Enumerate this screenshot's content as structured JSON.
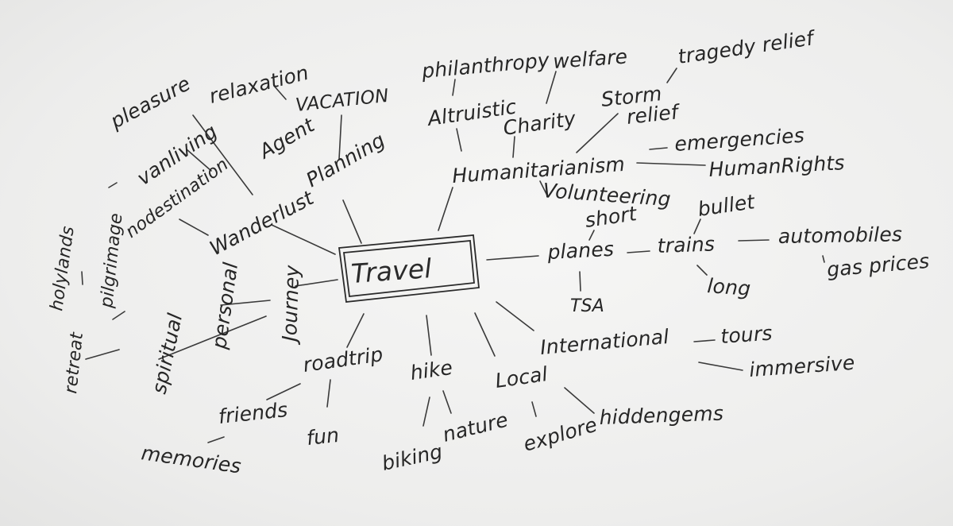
{
  "diagram": {
    "type": "mind-map",
    "center": "Travel",
    "words": {
      "travel": "Travel",
      "wanderlust": "Wanderlust",
      "planning": "Planning",
      "agent": "Agent",
      "vacation": "VACATION",
      "relaxation": "relaxation",
      "pleasure": "pleasure",
      "vanliving": "vanliving",
      "nodestination": "nodestination",
      "journey": "Journey",
      "personal": "personal",
      "spiritual": "spiritual",
      "pilgrimage": "pilgrimage",
      "holylands": "holylands",
      "retreat": "retreat",
      "humanitarianism": "Humanitarianism",
      "altruistic": "Altruistic",
      "philanthropy": "philanthropy",
      "charity": "Charity",
      "welfare": "welfare",
      "stormrelief_1": "Storm",
      "stormrelief_2": "relief",
      "tragedyrelief": "tragedy relief",
      "emergencies": "emergencies",
      "humanrights": "HumanRights",
      "volunteering": "Volunteering",
      "planes": "planes",
      "short": "short",
      "tsa": "TSA",
      "trains": "trains",
      "bullet": "bullet",
      "long": "long",
      "automobiles": "automobiles",
      "gasprices": "gas prices",
      "international": "International",
      "tours": "tours",
      "immersive": "immersive",
      "local": "Local",
      "explore": "explore",
      "hiddengems": "hiddengems",
      "hike": "hike",
      "nature": "nature",
      "biking": "biking",
      "roadtrip": "roadtrip",
      "friends": "friends",
      "memories": "memories",
      "fun": "fun"
    }
  }
}
